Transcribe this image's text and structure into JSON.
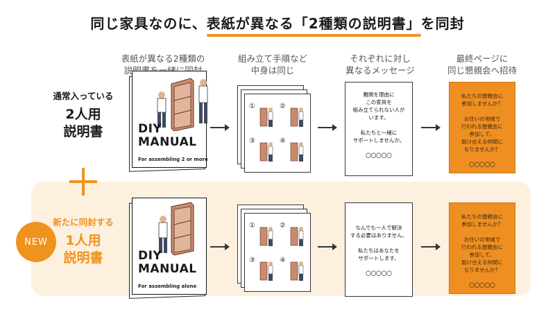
{
  "title": {
    "before": "同じ家具なのに、",
    "highlight": "表紙が異なる「2種類の説明書」",
    "after": "を同封"
  },
  "columns": [
    "表紙が異なる2種類の\n説明書を一緒に同封",
    "組み立て手順など\n中身は同じ",
    "それぞれに対し\n異なるメッセージ",
    "最終ページに\n同じ懇親会へ招待"
  ],
  "row1": {
    "label_small": "通常入っている",
    "label_big1": "2人用",
    "label_big2": "説明書",
    "manual_title": "DIY\nMANUAL",
    "manual_sub": "For assembling 2 or more",
    "message": "難関を理由に\nこの家具を\n組み立てられない人が\nいます。\n\n私たちと一緒に\nサポートしませんか。\n\n〇〇〇〇〇",
    "final": "私たちの懇親会に\n参加しませんか？\n\nお住いの地域で\n行われる懇親会に\n参加して、\n助け合える仲間に\nなりませんか？\n\n〇〇〇〇〇"
  },
  "row2": {
    "badge": "NEW",
    "label_small": "新たに同封する",
    "label_big1": "1人用",
    "label_big2": "説明書",
    "manual_title": "DIY\nMANUAL",
    "manual_sub": "For assembling alone",
    "message": "なんでも一人で解決\nする必要はありません。\n\n私たちはあなたを\nサポートします。\n\n〇〇〇〇〇",
    "final": "私たちの懇親会に\n参加しませんか？\n\nお住いの地域で\n行われる懇親会に\n参加して、\n助け合える仲間に\nなりませんか？\n\n〇〇〇〇〇"
  },
  "step_numbers": [
    "①",
    "②",
    "③",
    "④"
  ],
  "colors": {
    "accent": "#f0921e",
    "card": "#ef8f22",
    "row_bg": "#fdf0de"
  },
  "icons": [
    "plus-icon",
    "arrow-right-icon",
    "furniture-worker-illustration"
  ]
}
